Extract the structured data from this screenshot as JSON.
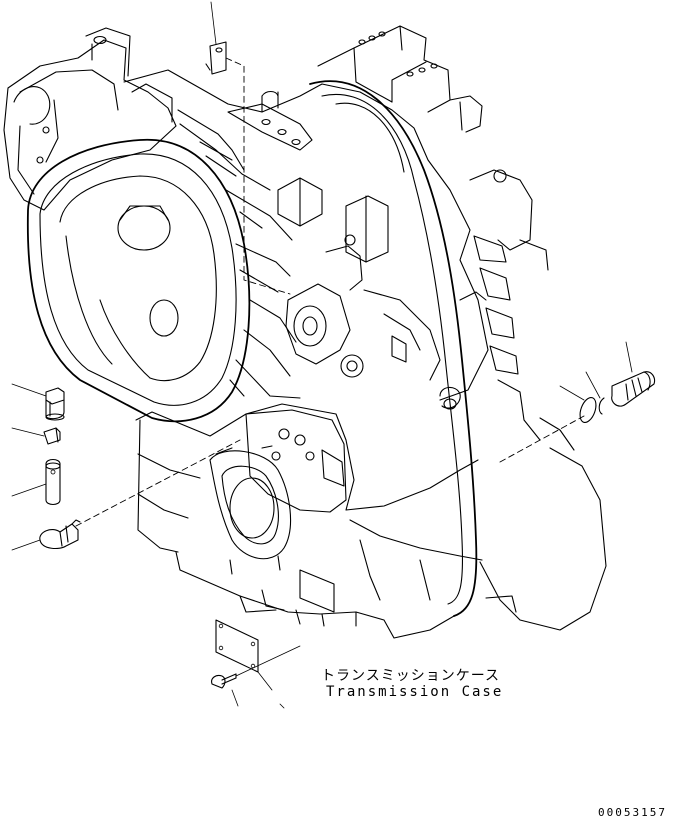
{
  "caption": {
    "japanese": "トランスミッションケース",
    "english": "Transmission Case"
  },
  "drawing_number": "00053157"
}
